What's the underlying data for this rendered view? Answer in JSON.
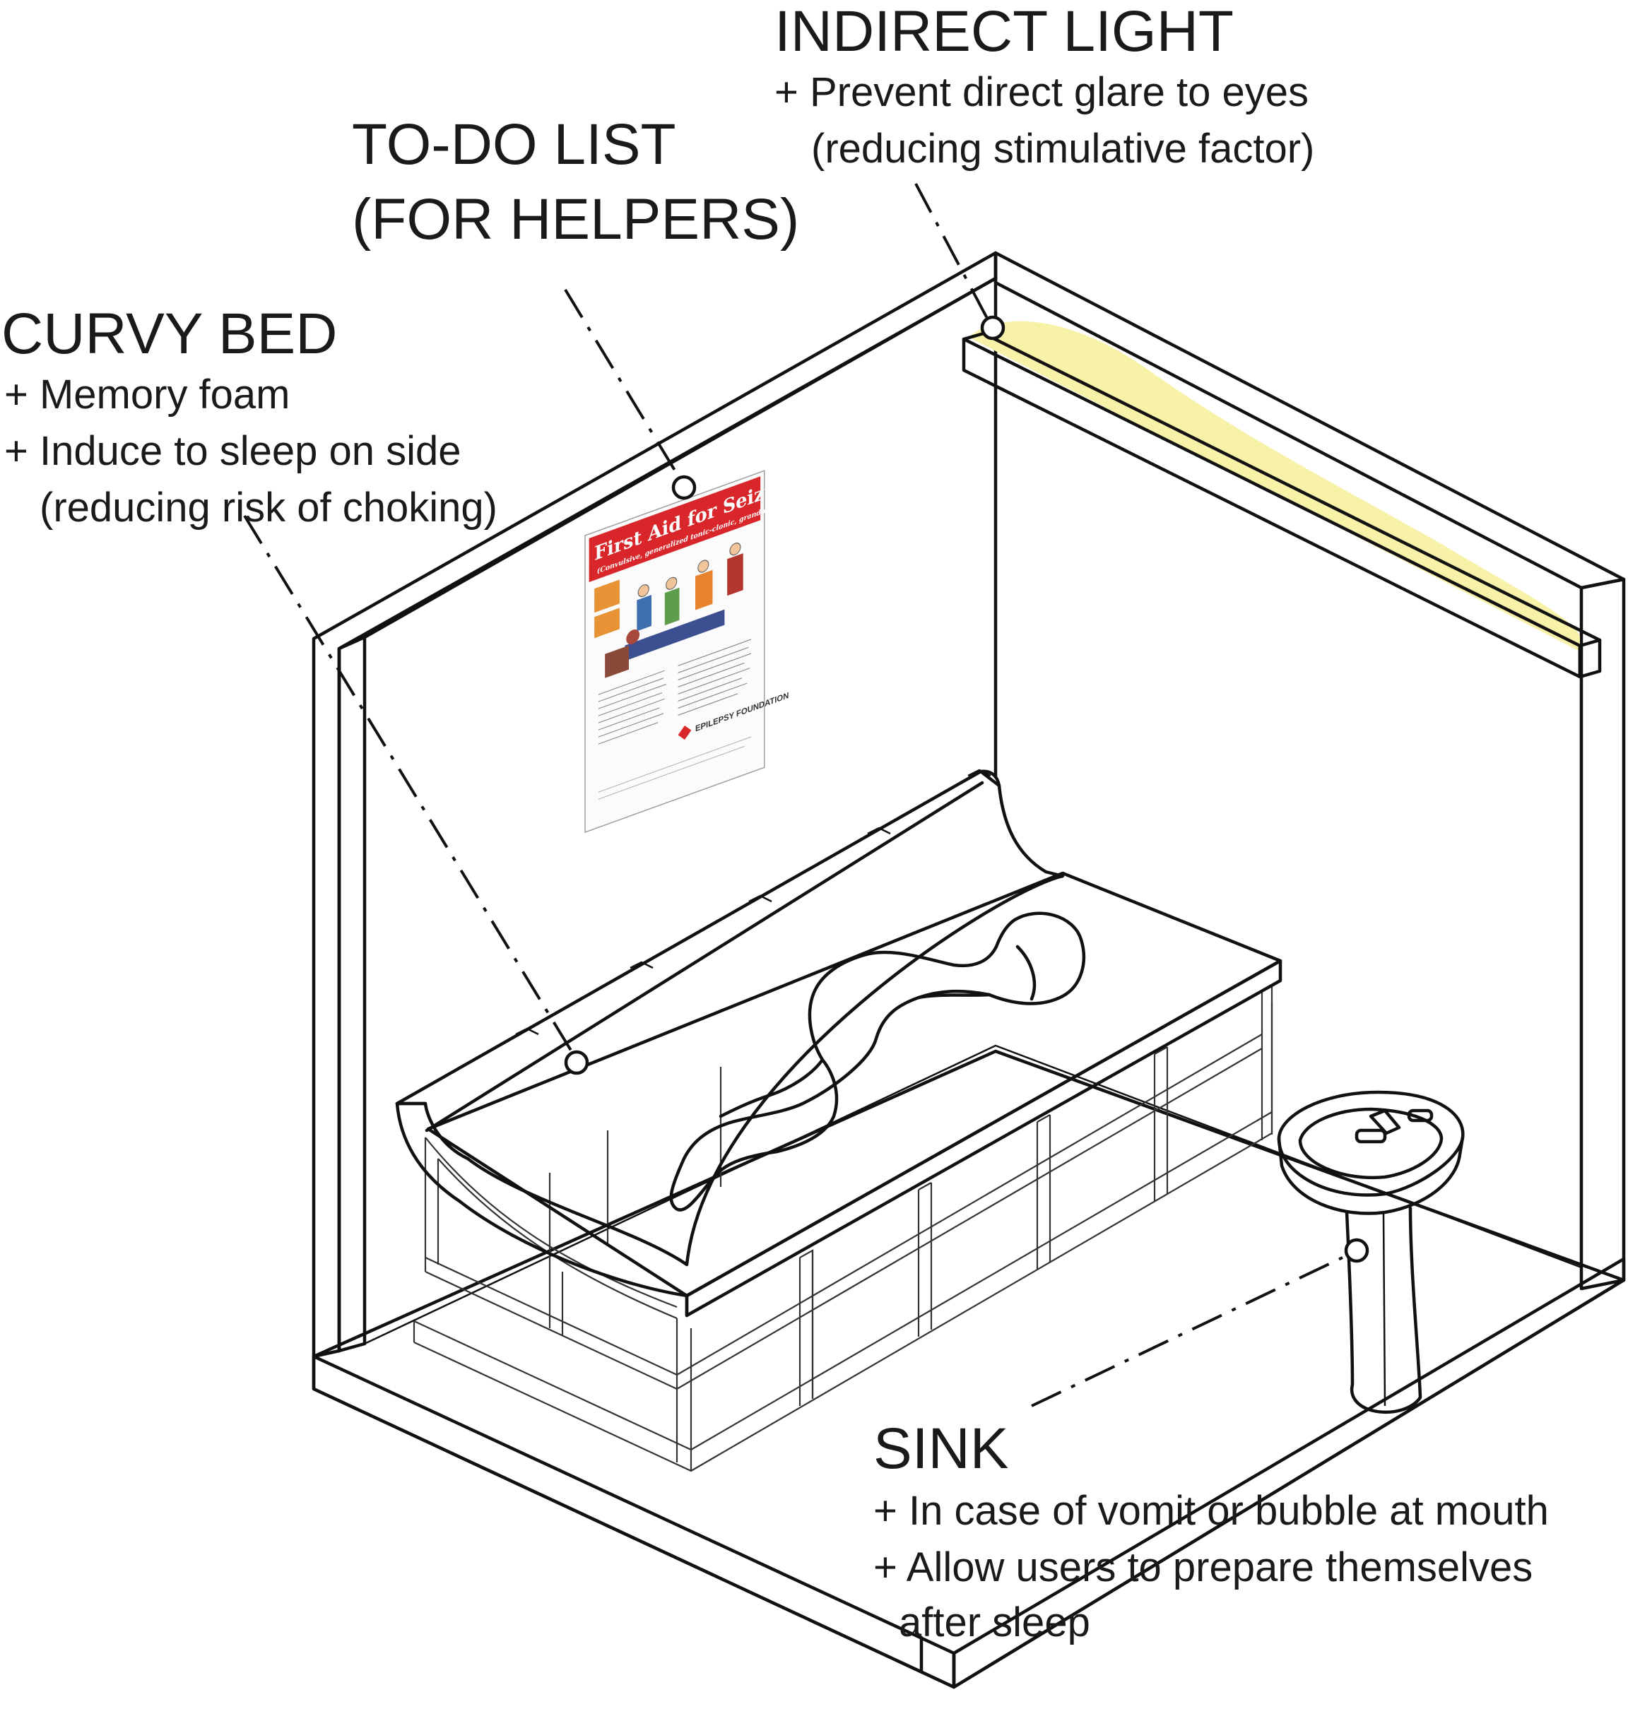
{
  "labels": {
    "indirect_light": {
      "title": "INDIRECT LIGHT",
      "lines": [
        "+ Prevent direct glare to eyes",
        "(reducing stimulative factor)"
      ]
    },
    "todo_list": {
      "title_lines": [
        "TO-DO LIST",
        "(FOR HELPERS)"
      ]
    },
    "curvy_bed": {
      "title": "CURVY BED",
      "lines": [
        "+ Memory foam",
        "+ Induce to sleep on side",
        "(reducing risk of choking)"
      ]
    },
    "sink": {
      "title": "SINK",
      "lines": [
        "+ In case of vomit or bubble at mouth",
        "+ Allow users to prepare themselves",
        "after sleep"
      ]
    }
  },
  "poster": {
    "title": "First Aid for Seizures",
    "subtitle": "(Convulsive, generalized tonic-clonic, grand mal)",
    "org": "EPILEPSY FOUNDATION"
  },
  "colors": {
    "light_glow": "#f8f1a8",
    "poster_red": "#d8262a",
    "line": "#111111"
  }
}
